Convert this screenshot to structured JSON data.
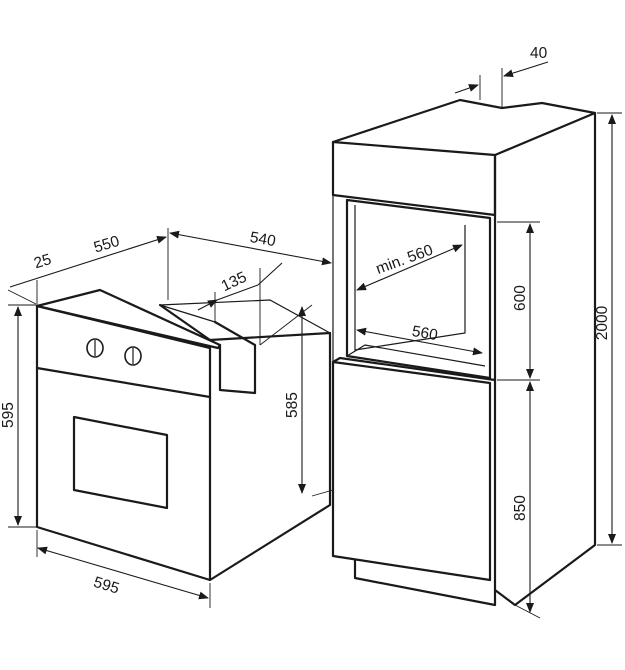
{
  "oven": {
    "width_front": "595",
    "height_front": "595",
    "width_top": "550",
    "depth_total": "540",
    "panel_offset": "25",
    "rear_step": "135",
    "body_height": "585"
  },
  "cabinet": {
    "top_gap": "40",
    "niche_width_min": "min. 560",
    "niche_width": "560",
    "niche_height": "600",
    "base_height": "850",
    "total_height": "2000"
  }
}
